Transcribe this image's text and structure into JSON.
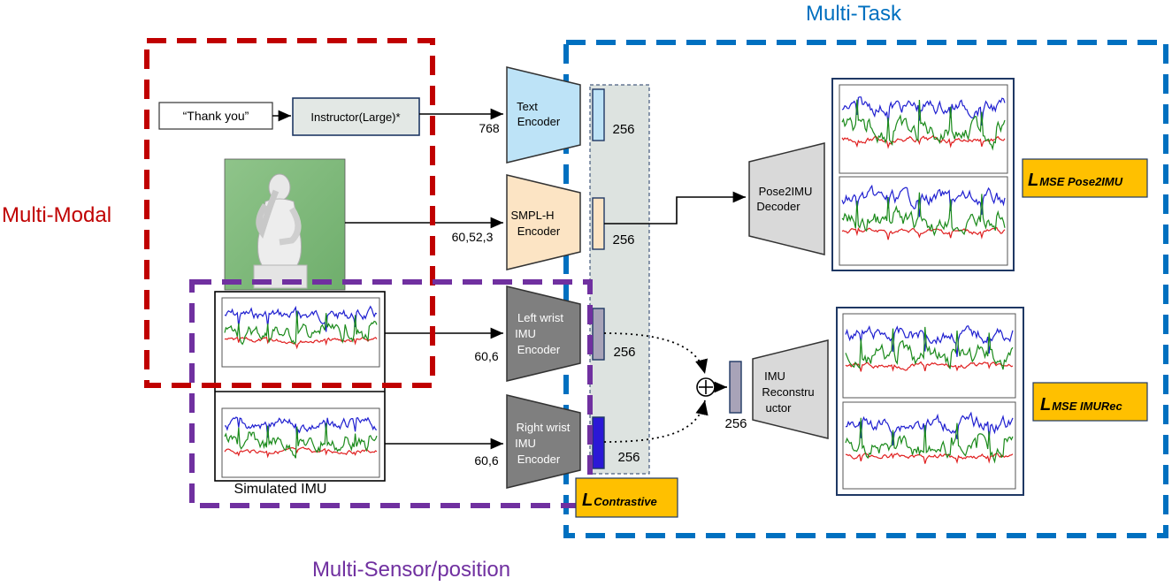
{
  "groups": {
    "multi_modal": {
      "label": "Multi-Modal",
      "color": "#c00000"
    },
    "multi_task": {
      "label": "Multi-Task",
      "color": "#0070c0"
    },
    "multi_sensor": {
      "label": "Multi-Sensor/position",
      "color": "#7030a0"
    }
  },
  "text_input": {
    "label": "“Thank you”"
  },
  "instructor": {
    "label": "Instructor(Large)*"
  },
  "encoders": {
    "text": {
      "lines": [
        "Text",
        "Encoder"
      ],
      "dim": "768",
      "out": "256",
      "fill": "#bde3f7"
    },
    "smpl": {
      "lines": [
        "SMPL-H",
        "Encoder"
      ],
      "dim": "60,52,3",
      "out": "256",
      "fill": "#fce4c4"
    },
    "left": {
      "lines": [
        "Left wrist",
        "IMU",
        "Encoder"
      ],
      "dim": "60,6",
      "out": "256",
      "fill": "#7f7f7f"
    },
    "right": {
      "lines": [
        "Right wrist",
        "IMU",
        "Encoder"
      ],
      "dim": "60,6",
      "out": "256",
      "fill": "#7f7f7f"
    }
  },
  "simulated_imu": {
    "label": "Simulated IMU"
  },
  "contrastive": {
    "prefix": "L",
    "sub": "Contrastive",
    "fill": "#ffc000"
  },
  "pose2imu": {
    "lines": [
      "Pose2IMU",
      "Decoder"
    ]
  },
  "imu_recon": {
    "lines": [
      "IMU",
      "Reconstru",
      "uctor"
    ],
    "dim": "256"
  },
  "losses": {
    "pose2imu": {
      "prefix": "L",
      "sub": "MSE Pose2IMU"
    },
    "imurec": {
      "prefix": "L",
      "sub": "MSE IMURec"
    }
  },
  "signal_colors": {
    "blue": "#1f1fd0",
    "green": "#1a8a1a",
    "red": "#e02020"
  },
  "icons": {
    "sum": "plus-circle-icon",
    "person": "human-model-image"
  }
}
